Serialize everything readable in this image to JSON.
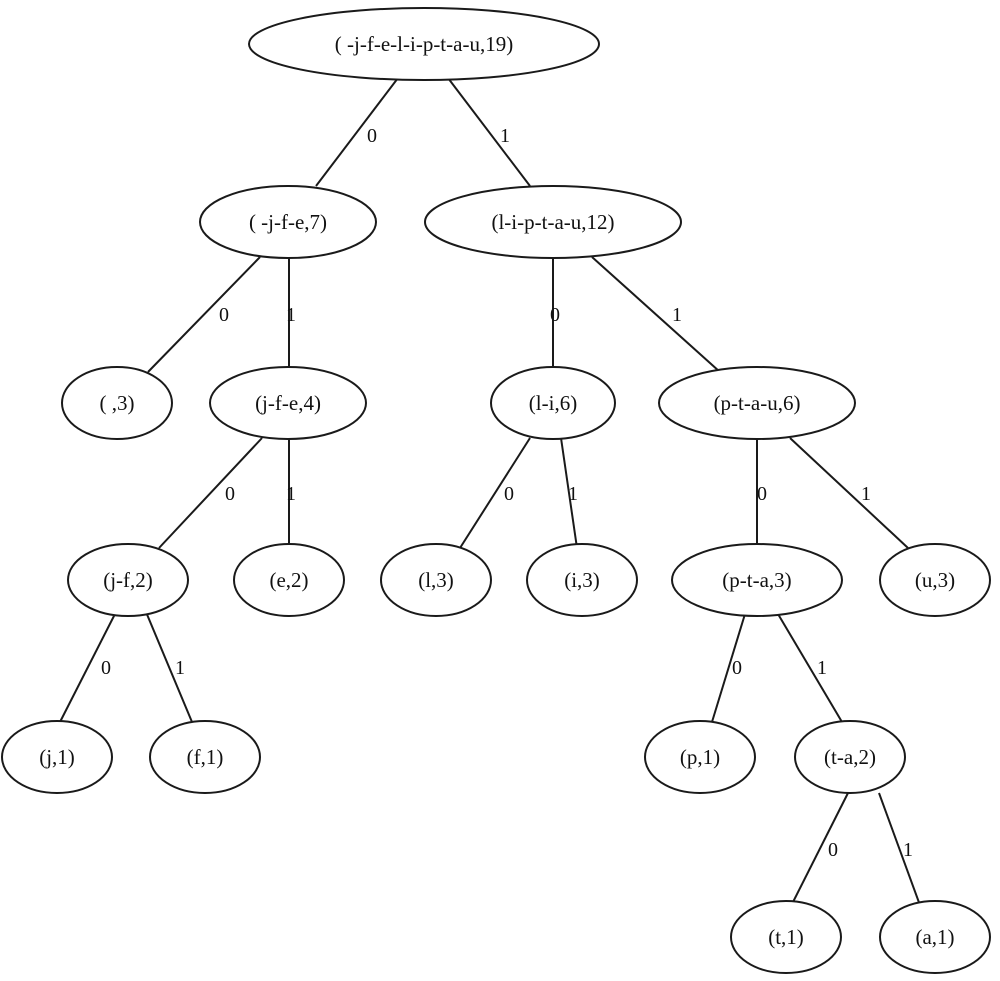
{
  "tree": {
    "nodes": {
      "root": "( -j-f-e-l-i-p-t-a-u,19)",
      "n0": "( -j-f-e,7)",
      "n1": "(l-i-p-t-a-u,12)",
      "n00": "( ,3)",
      "n01": "(j-f-e,4)",
      "n10": "(l-i,6)",
      "n11": "(p-t-a-u,6)",
      "n010": "(j-f,2)",
      "n011": "(e,2)",
      "n100": "(l,3)",
      "n101": "(i,3)",
      "n110": "(p-t-a,3)",
      "n111": "(u,3)",
      "n0100": "(j,1)",
      "n0101": "(f,1)",
      "n1100": "(p,1)",
      "n1101": "(t-a,2)",
      "n11010": "(t,1)",
      "n11011": "(a,1)"
    },
    "edges": {
      "root_n0": "0",
      "root_n1": "1",
      "n0_n00": "0",
      "n0_n01": "1",
      "n1_n10": "0",
      "n1_n11": "1",
      "n01_n010": "0",
      "n01_n011": "1",
      "n10_n100": "0",
      "n10_n101": "1",
      "n11_n110": "0",
      "n11_n111": "1",
      "n010_n0100": "0",
      "n010_n0101": "1",
      "n110_n1100": "0",
      "n110_n1101": "1",
      "n1101_n11010": "0",
      "n1101_n11011": "1"
    }
  }
}
